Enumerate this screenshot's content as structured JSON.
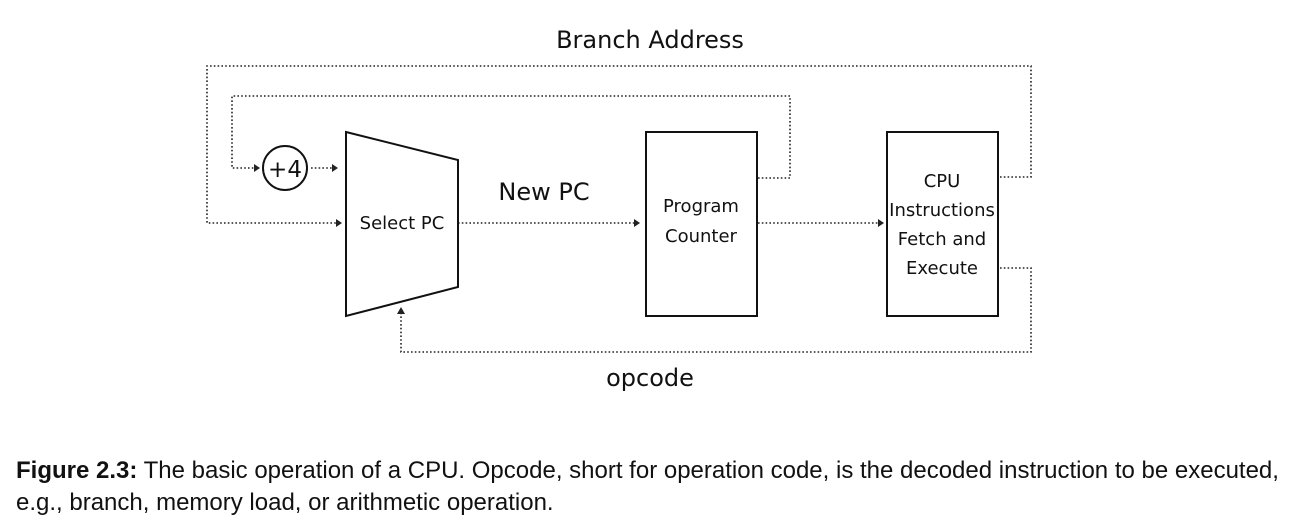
{
  "diagram": {
    "branch_address_label": "Branch Address",
    "plus4_label": "+4",
    "select_pc_label": "Select PC",
    "new_pc_label": "New PC",
    "program_counter_label": [
      "Program",
      "Counter"
    ],
    "cpu_label": [
      "CPU",
      "Instructions",
      "Fetch and",
      "Execute"
    ],
    "opcode_label": "opcode"
  },
  "caption": {
    "figure_label": "Figure 2.3:",
    "text": " The basic operation of a CPU. Opcode, short for operation code, is the decoded instruction to be executed, e.g., branch, memory load, or arithmetic operation."
  }
}
